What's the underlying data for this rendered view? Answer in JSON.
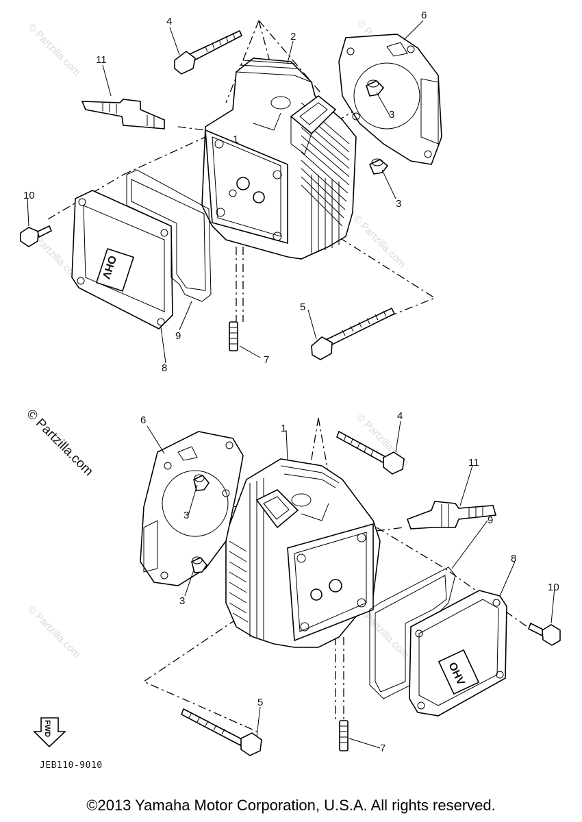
{
  "watermark": {
    "prominent": "© Partzilla.com",
    "faint": "© Partzilla.com"
  },
  "upper_view": {
    "callouts": [
      "1",
      "2",
      "3",
      "3",
      "4",
      "5",
      "6",
      "7",
      "8",
      "9",
      "10",
      "11"
    ],
    "cover_marking": "OHV"
  },
  "lower_view": {
    "callouts": [
      "1",
      "3",
      "3",
      "4",
      "5",
      "6",
      "7",
      "8",
      "9",
      "10",
      "11"
    ],
    "cover_marking": "OHV",
    "fwd_arrow_label": "FWD",
    "drawing_code": "JEB110-9010"
  },
  "copyright": "©2013 Yamaha Motor Corporation, U.S.A. All rights reserved."
}
